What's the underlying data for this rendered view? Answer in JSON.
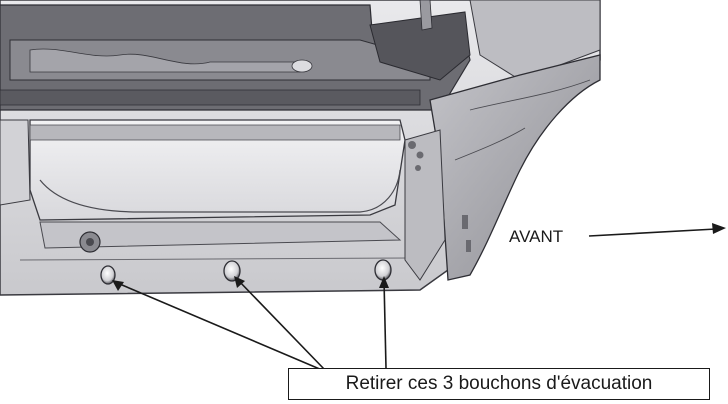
{
  "labels": {
    "direction": "AVANT",
    "instruction": "Retirer ces 3 bouchons d'évacuation"
  },
  "colors": {
    "ink": "#1a1a1a",
    "steel_light": "#d9d9dc",
    "steel_mid": "#a9a9ae",
    "steel_dark": "#4e4e54",
    "background": "#ffffff"
  },
  "drain_plug_count": 3
}
